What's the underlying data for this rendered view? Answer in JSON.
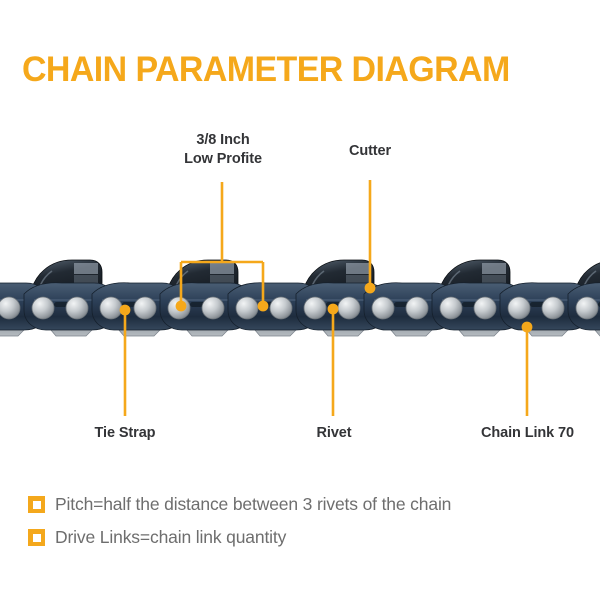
{
  "page": {
    "title": "CHAIN PARAMETER DIAGRAM",
    "background_color": "#FFFFFF",
    "accent_color": "#F5A81B",
    "label_color": "#333437",
    "note_color": "#6E6E6E"
  },
  "callouts": [
    {
      "id": "pitch",
      "label": "3/8 Inch\nLow Profite",
      "position": "top"
    },
    {
      "id": "cutter",
      "label": "Cutter",
      "position": "top"
    },
    {
      "id": "tie_strap",
      "label": "Tie Strap",
      "position": "bottom"
    },
    {
      "id": "rivet",
      "label": "Rivet",
      "position": "bottom"
    },
    {
      "id": "chain_link",
      "label": "Chain Link 70",
      "position": "bottom"
    }
  ],
  "illustration": {
    "name": "chainsaw-chain",
    "description": "Side view of a chainsaw saw chain showing cutters, tie straps, rivets and drive links",
    "colors": {
      "tie_strap": "#2B3C50",
      "cutter": "#1D2329",
      "drive_link": "#B9BEC2",
      "rivet": "#D6D9DC",
      "marker": "#F5A81B"
    }
  },
  "notes": [
    {
      "bullet": "orange-square-bullet",
      "text": "Pitch=half the distance between 3 rivets of the chain"
    },
    {
      "bullet": "orange-square-bullet",
      "text": "Drive Links=chain link quantity"
    }
  ]
}
